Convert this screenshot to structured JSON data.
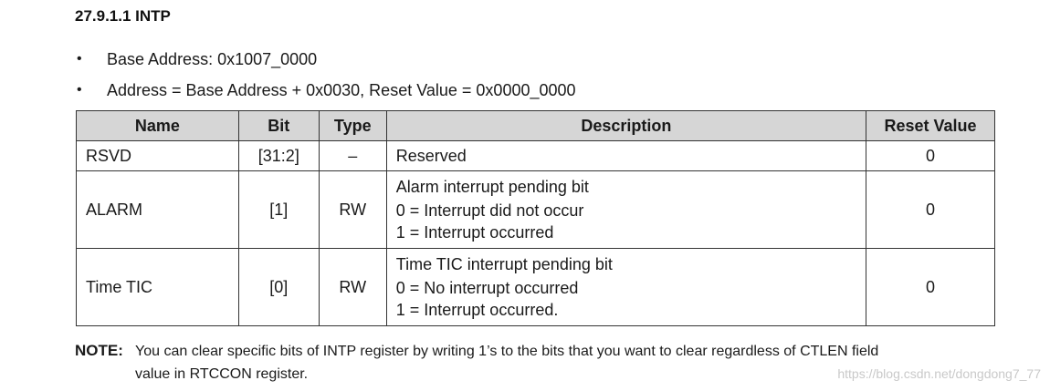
{
  "section": {
    "heading": "27.9.1.1 INTP"
  },
  "bullets": [
    "Base Address: 0x1007_0000",
    "Address = Base Address + 0x0030, Reset Value = 0x0000_0000"
  ],
  "table": {
    "headers": {
      "name": "Name",
      "bit": "Bit",
      "type": "Type",
      "description": "Description",
      "reset": "Reset Value"
    },
    "rows": [
      {
        "name": "RSVD",
        "bit": "[31:2]",
        "type": "–",
        "desc": [
          "Reserved"
        ],
        "reset": "0"
      },
      {
        "name": "ALARM",
        "bit": "[1]",
        "type": "RW",
        "desc": [
          "Alarm interrupt pending bit",
          "0 = Interrupt did not occur",
          "1 = Interrupt occurred"
        ],
        "reset": "0"
      },
      {
        "name": "Time TIC",
        "bit": "[0]",
        "type": "RW",
        "desc": [
          "Time TIC interrupt pending bit",
          "0 = No interrupt occurred",
          "1 = Interrupt occurred."
        ],
        "reset": "0"
      }
    ]
  },
  "note": {
    "label": "NOTE:",
    "line1": "You can clear specific bits of INTP register by writing 1’s to the bits that you want to clear regardless of CTLEN field",
    "line2": "value in RTCCON register."
  },
  "watermark": "https://blog.csdn.net/dongdong7_77"
}
